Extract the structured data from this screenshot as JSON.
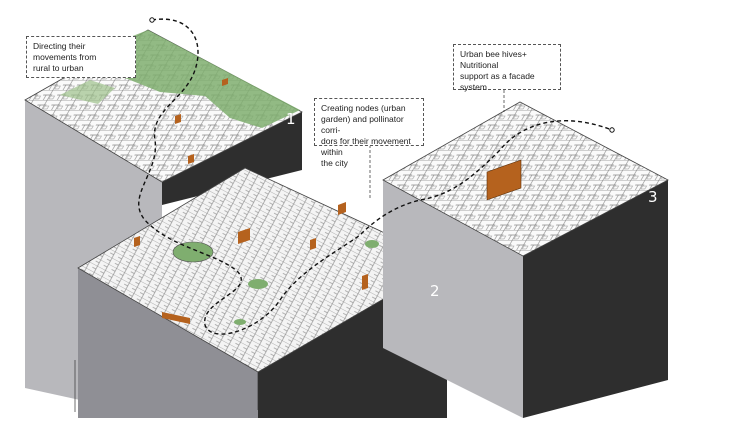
{
  "callouts": [
    {
      "text": "Directing their movements from\nrural to urban"
    },
    {
      "text": "Creating nodes (urban\ngarden) and pollinator corri-\ndors for their movement within\nthe city"
    },
    {
      "text": "Urban bee hives+ Nutritional\nsupport as a facade system"
    }
  ],
  "zones": [
    {
      "label": "1"
    },
    {
      "label": "2"
    },
    {
      "label": "3"
    }
  ],
  "colors": {
    "block_light": "#b8b8bc",
    "block_dark": "#2e2e2e",
    "green": "#7fae6f",
    "hive": "#b5621e"
  }
}
